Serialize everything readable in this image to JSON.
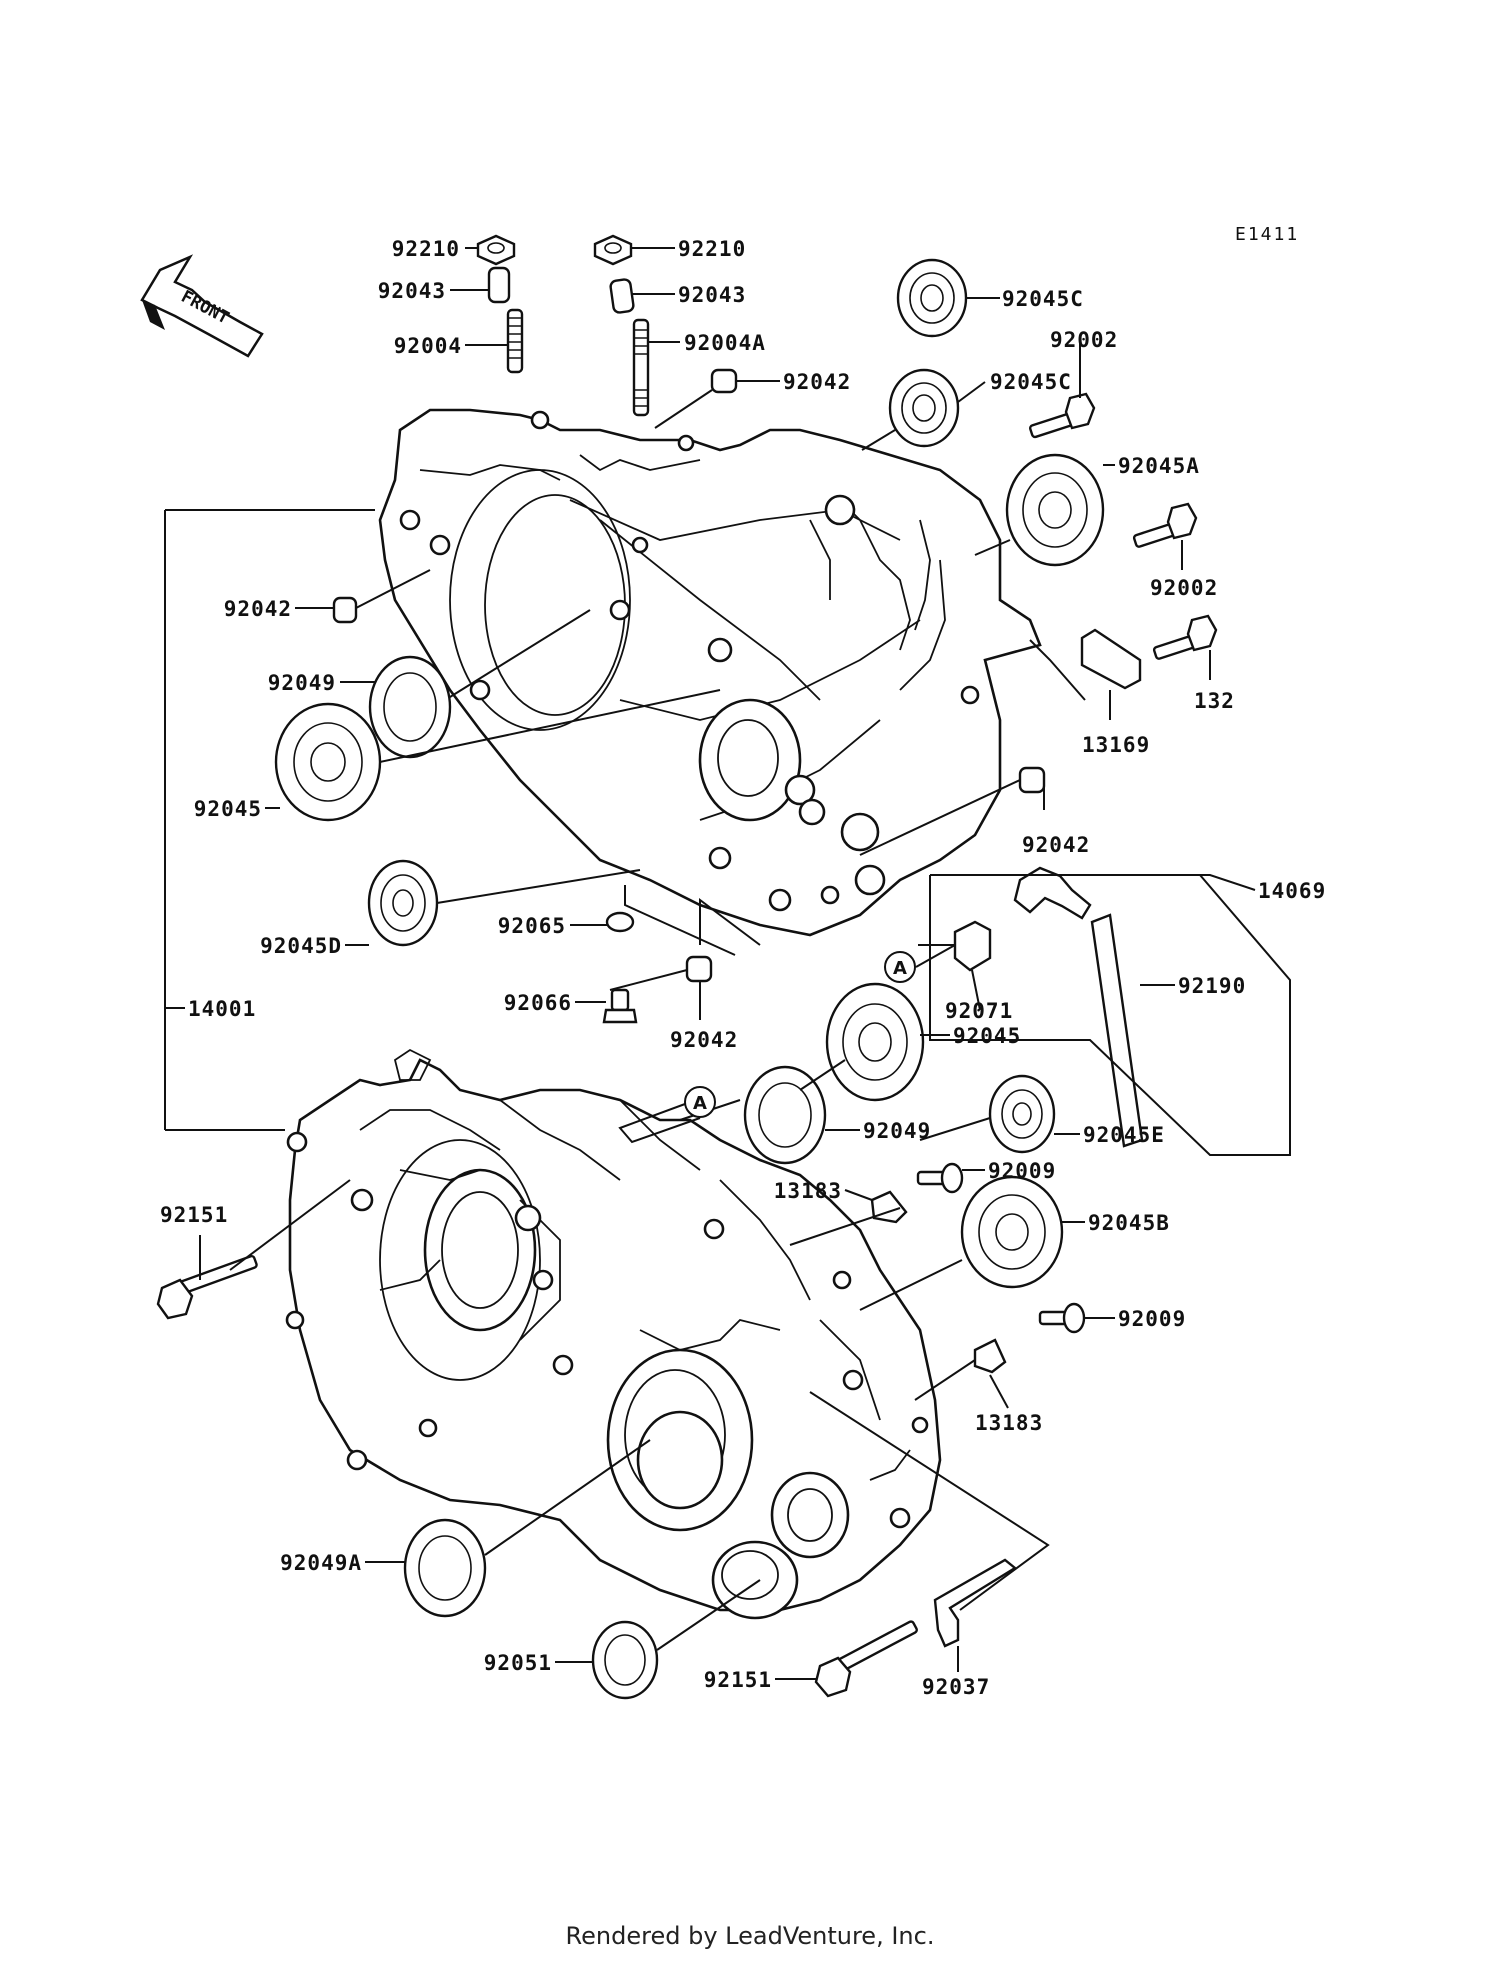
{
  "diagram_code": "E1411",
  "front_label": "FRONT",
  "footer": "Rendered by LeadVenture, Inc.",
  "marker_a": "A",
  "labels": {
    "p92210_l": "92210",
    "p92210_r": "92210",
    "p92043_l": "92043",
    "p92043_r": "92043",
    "p92004": "92004",
    "p92004A": "92004A",
    "p92042_top": "92042",
    "p92045C_top": "92045C",
    "p92045C_mid": "92045C",
    "p92002_top": "92002",
    "p92045A": "92045A",
    "p92002_bot": "92002",
    "p132": "132",
    "p13169": "13169",
    "p92042_left": "92042",
    "p92049_top": "92049",
    "p92045_left": "92045",
    "p92042_right": "92042",
    "p14069": "14069",
    "p92045D": "92045D",
    "p92065": "92065",
    "p92066": "92066",
    "p92042_bot": "92042",
    "p92071": "92071",
    "p92190": "92190",
    "p14001": "14001",
    "p92045_mid": "92045",
    "p92049_mid": "92049",
    "p92045E": "92045E",
    "p92009_top": "92009",
    "p13183_top": "13183",
    "p92151_left": "92151",
    "p92045B": "92045B",
    "p92009_bot": "92009",
    "p13183_bot": "13183",
    "p92049A": "92049A",
    "p92051": "92051",
    "p92151_bot": "92151",
    "p92037": "92037"
  }
}
